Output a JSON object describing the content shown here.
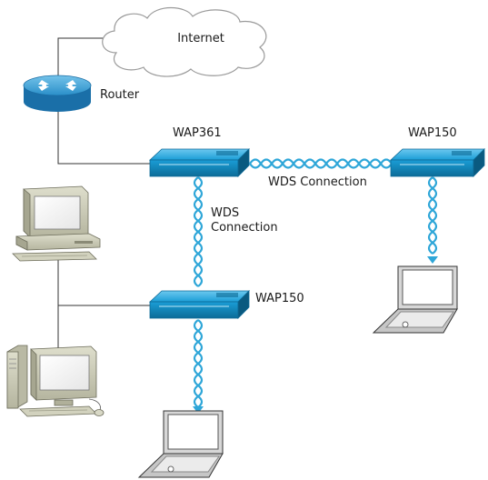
{
  "nodes": {
    "cloud": {
      "label": "Internet"
    },
    "router": {
      "label": "Router"
    },
    "wap_main": {
      "label": "WAP361"
    },
    "wap_right": {
      "label": "WAP150"
    },
    "wap_bottom": {
      "label": "WAP150"
    }
  },
  "links": {
    "wds_horizontal": "WDS Connection",
    "wds_vertical_line1": "WDS",
    "wds_vertical_line2": "Connection"
  },
  "colors": {
    "ap_body": "#1aa0d8",
    "ap_dark": "#0d6d9a",
    "router_body": "#3ca1d8",
    "wave": "#2ea6d8",
    "cable": "#333333",
    "device_body": "#c9c9b6"
  },
  "icons": [
    "cloud-icon",
    "router-icon",
    "access-point-icon",
    "laptop-icon",
    "desktop-computer-icon",
    "tower-computer-icon"
  ]
}
